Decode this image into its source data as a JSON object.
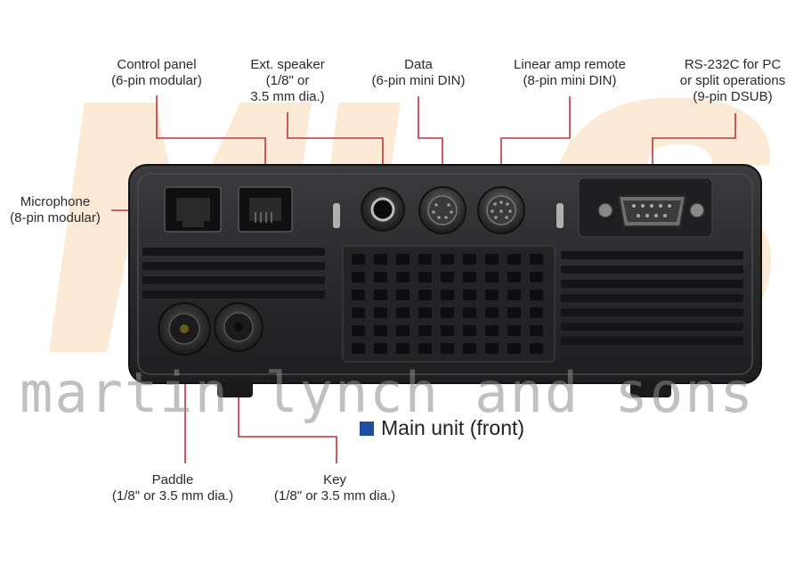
{
  "title": "Main unit (front)",
  "watermark": {
    "logo": "MLS",
    "text": "martin lynch and sons"
  },
  "colors": {
    "leader": "#c0343a",
    "caption_square": "#1f4fa3",
    "chassis": "#2b2b2d"
  },
  "labels": {
    "control_panel": {
      "line1": "Control panel",
      "line2": "(6-pin modular)"
    },
    "ext_speaker": {
      "line1": "Ext. speaker",
      "line2": "(1/8\" or",
      "line3": "3.5 mm dia.)"
    },
    "data": {
      "line1": "Data",
      "line2": "(6-pin mini DIN)"
    },
    "linear_amp": {
      "line1": "Linear amp remote",
      "line2": "(8-pin mini DIN)"
    },
    "rs232c": {
      "line1": "RS-232C for PC",
      "line2": "or split operations",
      "line3": "(9-pin DSUB)"
    },
    "microphone": {
      "line1": "Microphone",
      "line2": "(8-pin modular)"
    },
    "paddle": {
      "line1": "Paddle",
      "line2": "(1/8\" or 3.5 mm dia.)"
    },
    "key": {
      "line1": "Key",
      "line2": "(1/8\" or 3.5 mm dia.)"
    }
  }
}
